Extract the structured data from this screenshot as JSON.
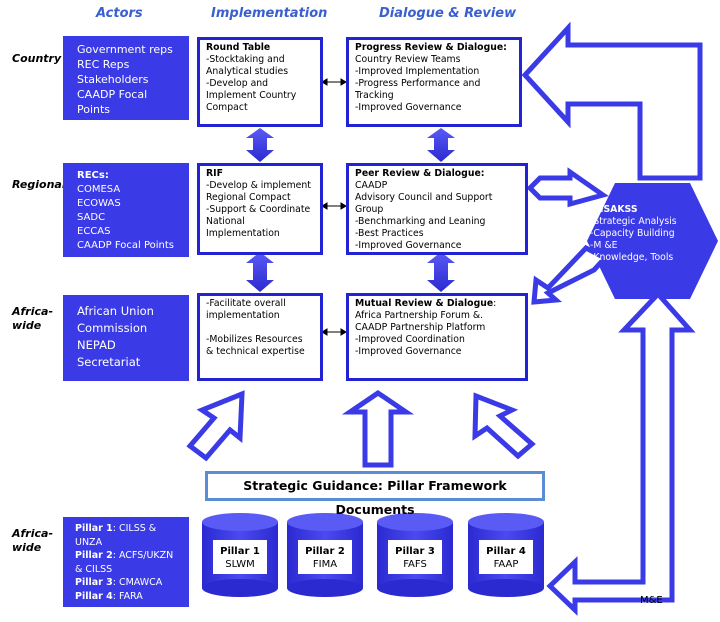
{
  "headers": {
    "actors": "Actors",
    "implementation": "Implementation",
    "dialogue": "Dialogue & Review"
  },
  "row_labels": {
    "country": "Country",
    "regional": "Regional",
    "africa_wide_1": [
      "Africa-",
      "wide"
    ],
    "africa_wide_2": [
      "Africa-",
      "wide"
    ]
  },
  "actors": {
    "country": [
      "Government reps",
      "REC Reps",
      "Stakeholders",
      "CAADP Focal",
      "Points"
    ],
    "regional": [
      "RECs:",
      "COMESA",
      "ECOWAS",
      "SADC",
      "ECCAS",
      "CAADP Focal Points"
    ],
    "africa": [
      "African Union",
      "Commission",
      "NEPAD",
      "Secretariat"
    ],
    "pillars": [
      {
        "bold": "Pillar 1",
        "rest": ": CILSS &"
      },
      {
        "bold": "",
        "rest": "UNZA"
      },
      {
        "bold": "Pillar 2",
        "rest": ": ACFS/UKZN"
      },
      {
        "bold": "",
        "rest": "& CILSS"
      },
      {
        "bold": "Pillar 3",
        "rest": ": CMAWCA"
      },
      {
        "bold": "Pillar 4",
        "rest": ": FARA"
      }
    ]
  },
  "implementation": {
    "country": {
      "title": "Round Table",
      "lines": [
        "-Stocktaking and",
        "Analytical studies",
        "-Develop and",
        "Implement Country",
        "Compact"
      ]
    },
    "regional": {
      "title": "RIF",
      "lines": [
        "-Develop & implement",
        "Regional Compact",
        "-Support & Coordinate",
        "National",
        "Implementation"
      ]
    },
    "africa": {
      "title": "",
      "lines": [
        "-Facilitate overall",
        "implementation",
        "",
        "-Mobilizes Resources",
        "& technical expertise"
      ]
    }
  },
  "dialogue": {
    "country": {
      "title": "Progress Review & Dialogue:",
      "lines": [
        "Country Review Teams",
        "-Improved Implementation",
        "-Progress Performance and",
        "Tracking",
        "-Improved Governance"
      ]
    },
    "regional": {
      "title": "Peer Review & Dialogue:",
      "title_rest": "  CAADP",
      "lines": [
        "Advisory Council and Support",
        "Group",
        "-Benchmarking and Leaning",
        "-Best Practices",
        "-Improved Governance"
      ]
    },
    "africa": {
      "title": "Mutual Review & Dialogue",
      "title_rest": ":",
      "lines": [
        "Africa Partnership Forum &.",
        "CAADP Partnership Platform",
        "-Improved Coordination",
        "-Improved Governance"
      ]
    }
  },
  "resakss": {
    "title": "ReSAKSS",
    "lines": [
      "-Strategic Analysis",
      "-Capacity Building",
      "-M &E",
      "-Knowledge, Tools"
    ]
  },
  "guidance": "Strategic Guidance: Pillar Framework Documents",
  "pillars": [
    {
      "name": "Pillar 1",
      "abbr": "SLWM"
    },
    {
      "name": "Pillar 2",
      "abbr": "FIMA"
    },
    {
      "name": "Pillar 3",
      "abbr": "FAFS"
    },
    {
      "name": "Pillar 4",
      "abbr": "FAAP"
    }
  ],
  "footer": "M&E",
  "colors": {
    "blue": "#3a3ae6",
    "border": "#2323d6",
    "header": "#3a5fcf",
    "guide_border": "#5b8cd6"
  }
}
